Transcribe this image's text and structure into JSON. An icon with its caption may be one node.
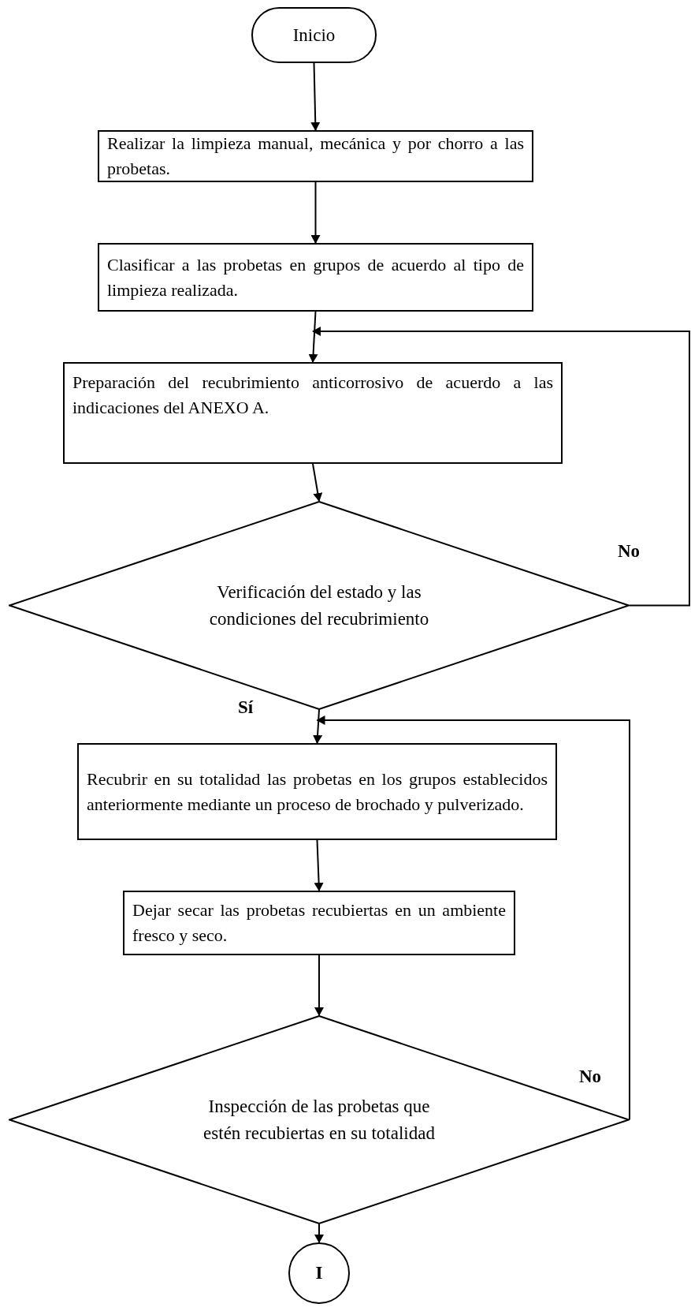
{
  "diagram": {
    "nodes": [
      {
        "text": [
          "Inicio"
        ]
      },
      {
        "text": [
          "Realizar la limpieza manual, mecánica y por chorro a las probetas."
        ]
      },
      {
        "text": [
          "Clasificar a las probetas en grupos de acuerdo al tipo de limpieza realizada."
        ]
      },
      {
        "text": [
          "Preparación del recubrimiento anticorrosivo de acuerdo a las indicaciones del ANEXO A."
        ]
      },
      {
        "text": [
          "Verificación del estado y las condiciones del recubrimiento"
        ]
      },
      {
        "text": [
          "Recubrir en su totalidad las probetas en los grupos establecidos anteriormente mediante un proceso de brochado y pulverizado."
        ]
      },
      {
        "text": [
          "Dejar secar las probetas recubiertas en un ambiente fresco y seco."
        ]
      },
      {
        "text": [
          "Inspección de las probetas que estén recubiertas en su totalidad"
        ]
      },
      {
        "text": [
          "I"
        ]
      }
    ],
    "edges": [
      {
        "from": 0,
        "to": 1,
        "arrow": "to"
      },
      {
        "from": 1,
        "to": 2,
        "arrow": "to"
      },
      {
        "from": 2,
        "to": 3,
        "arrow": "to"
      },
      {
        "from": 3,
        "to": 4,
        "arrow": "to"
      },
      {
        "from": 4,
        "to": 5,
        "arrow": "to",
        "label": "Sí"
      },
      {
        "from": 4,
        "to": 3,
        "arrow": "to",
        "label": "No"
      },
      {
        "from": 5,
        "to": 6,
        "arrow": "to"
      },
      {
        "from": 6,
        "to": 7,
        "arrow": "to"
      },
      {
        "from": 7,
        "to": 5,
        "arrow": "to",
        "label": "No"
      },
      {
        "from": 7,
        "to": 8,
        "arrow": "to"
      }
    ]
  }
}
